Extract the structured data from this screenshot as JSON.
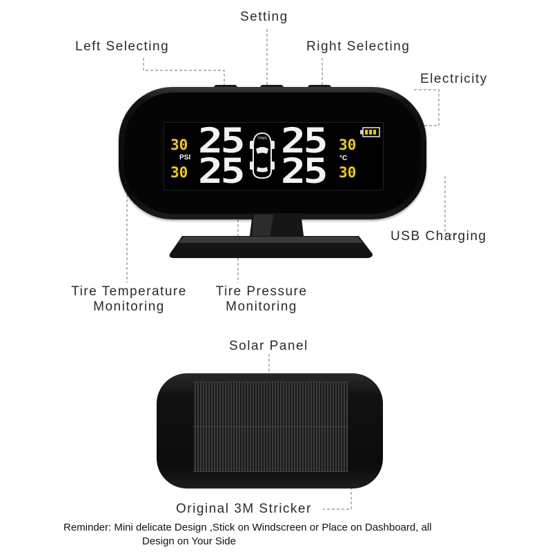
{
  "labels": {
    "setting": "Setting",
    "left_selecting": "Left Selecting",
    "right_selecting": "Right Selecting",
    "electricity": "Electricity",
    "usb_charging": "USB Charging",
    "tire_temperature_line1": "Tire Temperature",
    "tire_temperature_line2": "Monitoring",
    "tire_pressure_line1": "Tire Pressure",
    "tire_pressure_line2": "Monitoring",
    "solar_panel": "Solar Panel",
    "original_3m": "Original 3M Stricker"
  },
  "display": {
    "temp_front_left": "30",
    "temp_rear_left": "30",
    "temp_front_right": "30",
    "temp_rear_right": "30",
    "pressure_unit": "PSI",
    "temp_unit": "°C",
    "pressure_front_left": "25",
    "pressure_rear_left": "25",
    "pressure_front_right": "25",
    "pressure_rear_right": "25",
    "center_badge": "TPMS"
  },
  "reminder": {
    "line1": "Reminder: Mini delicate Design ,Stick on Windscreen or Place on Dashboard, all",
    "line2": "Design on Your Side"
  },
  "colors": {
    "lcd_yellow": "#f0d000",
    "lcd_white": "#f2f2f2",
    "device_body": "#0a0a0a"
  }
}
